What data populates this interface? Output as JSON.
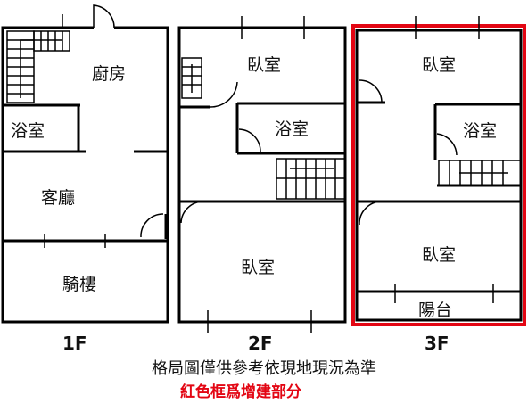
{
  "floors": [
    {
      "label": "1F",
      "rooms": [
        "廚房",
        "浴室",
        "客廳",
        "騎樓"
      ]
    },
    {
      "label": "2F",
      "rooms": [
        "臥室",
        "浴室",
        "臥室"
      ]
    },
    {
      "label": "3F",
      "rooms": [
        "臥室",
        "浴室",
        "臥室",
        "陽台"
      ],
      "highlighted": true
    }
  ],
  "notes": {
    "disclaimer": "格局圖僅供參考依現地現況為準",
    "extension_note": "紅色框爲增建部分"
  },
  "colors": {
    "wall": "#000000",
    "highlight": "#e30613"
  }
}
